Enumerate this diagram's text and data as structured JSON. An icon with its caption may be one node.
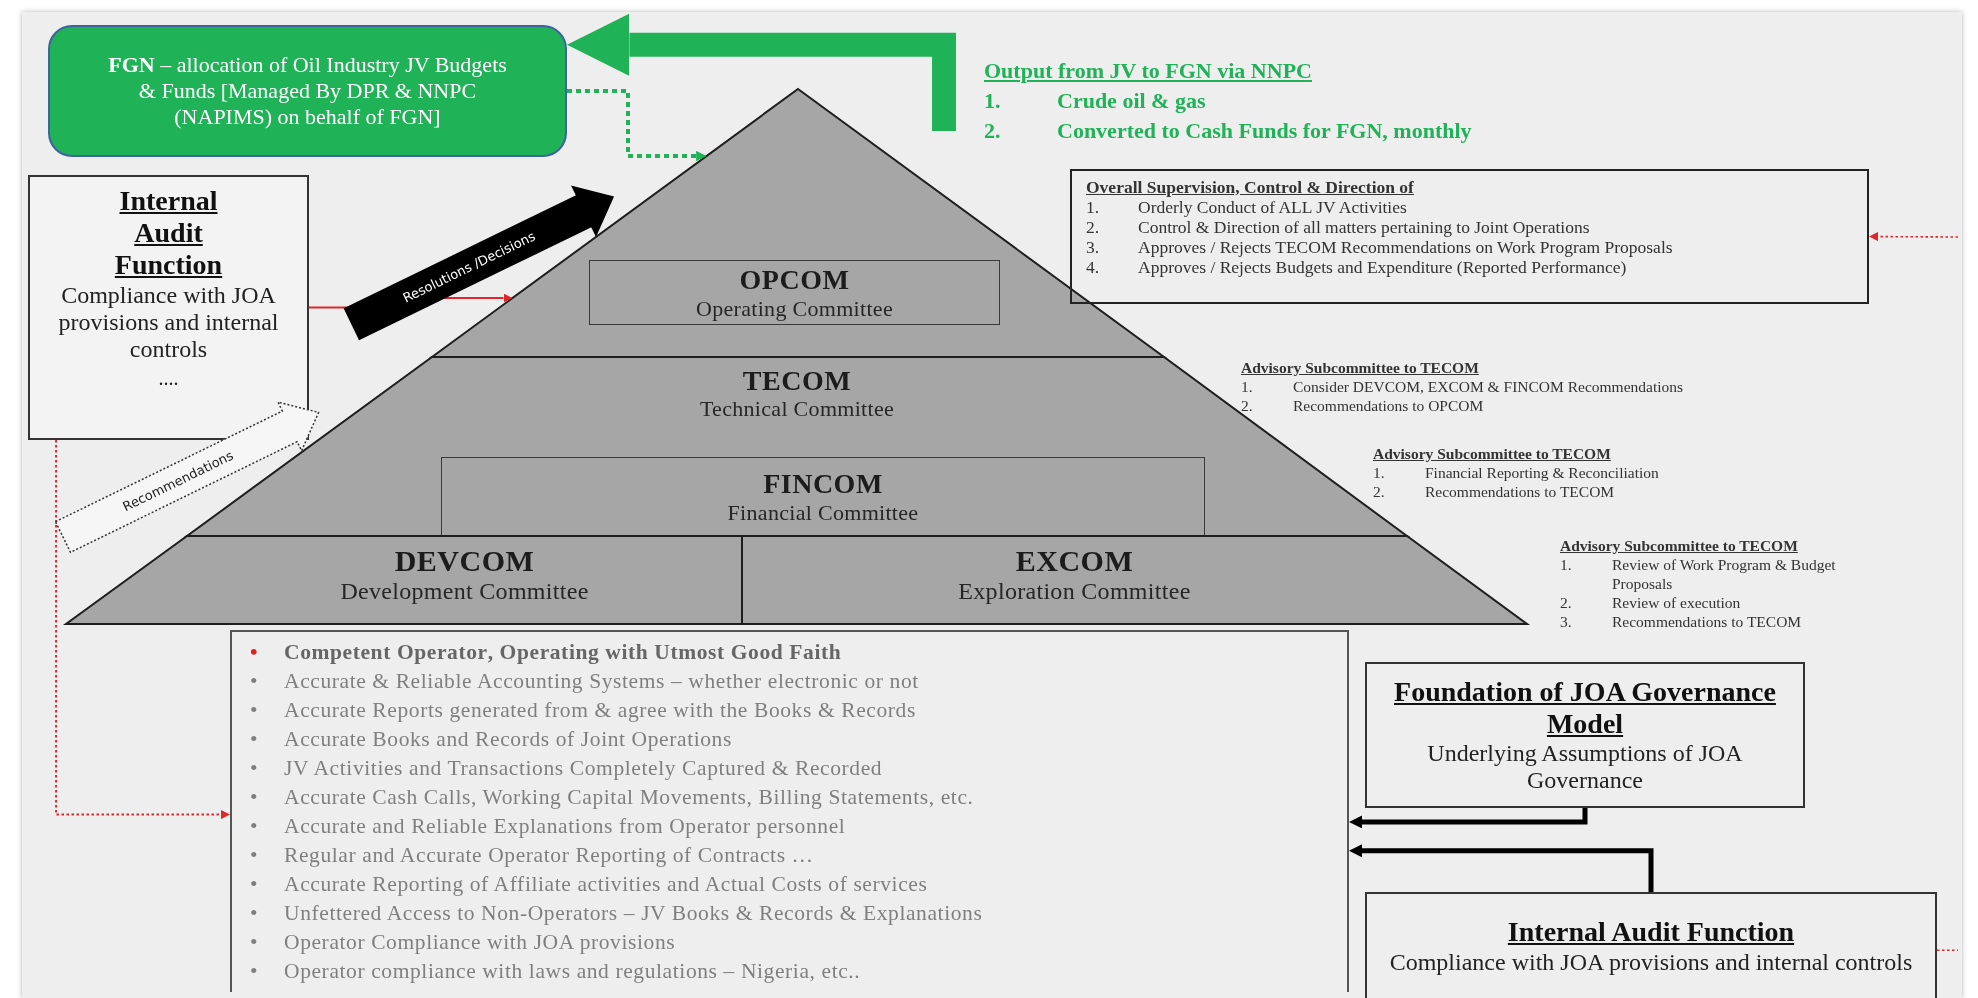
{
  "diagram": {
    "nodes": [
      {
        "text": [
          "**FGN** – allocation of Oil Industry JV Budgets & Funds [Managed By DPR & NNPC (NAPIMS) on behalf of FGN]"
        ]
      },
      {
        "text": [],
        "shape": "triangle"
      },
      {
        "text": [
          "OPCOM",
          "Operating Committee"
        ],
        "in": 1
      },
      {
        "text": [
          "TECOM",
          "Technical Committee"
        ]
      },
      {
        "text": [
          "FINCOM",
          "Financial Committee"
        ],
        "in": 3
      },
      {
        "text": [
          "DEVCOM",
          "Development Committee"
        ]
      },
      {
        "text": [
          "EXCOM",
          "Exploration Committee"
        ]
      },
      {
        "text": [
          "Internal Audit Function",
          "Compliance with JOA provisions and internal controls",
          "...."
        ]
      },
      {
        "text": [
          "Overall Supervision, Control & Direction of",
          "1. Orderly Conduct of ALL JV Activities",
          "2. Control & Direction of all matters pertaining to Joint Operations",
          "3. Approves / Rejects TECOM Recommendations on Work Program Proposals",
          "4. Approves / Rejects Budgets and Expenditure (Reported Performance)"
        ]
      },
      {
        "text": [
          "• **Competent Operator**, Operating with **Utmost Good Faith**",
          "• Accurate & Reliable Accounting Systems – whether electronic or not",
          "• Accurate Reports generated from & agree with the Books & Records",
          "• Accurate Books and Records of Joint Operations",
          "• JV Activities and Transactions Completely Captured & Recorded",
          "• Accurate Cash Calls, Working Capital Movements, Billing Statements, etc.",
          "• Accurate and Reliable Explanations from Operator personnel",
          "• Regular and Accurate Operator Reporting of Contracts …",
          "• Accurate Reporting of Affiliate activities and Actual Costs of services",
          "• Unfettered Access to Non-Operators – JV Books & Records & Explanations",
          "• Operator Compliance with JOA provisions",
          "• Operator compliance with laws and regulations – Nigeria, etc.."
        ]
      },
      {
        "text": [
          "Foundation of JOA Governance Model",
          "Underlying Assumptions of JOA Governance"
        ]
      },
      {
        "text": [
          "Internal Audit Function",
          "Compliance with JOA provisions and internal controls"
        ]
      }
    ],
    "edges": [
      {
        "from": 0,
        "to": 1,
        "arrow": "to",
        "style": "dashed",
        "color": "#1fb257"
      },
      {
        "from": null,
        "to": 0,
        "arrow": "to",
        "style": "thick",
        "color": "#1fb257"
      },
      {
        "from": 7,
        "to": 1,
        "arrow": "to"
      },
      {
        "from": 7,
        "to": 9,
        "arrow": "to",
        "style": "dashed"
      },
      {
        "from": null,
        "to": 8,
        "arrow": "to",
        "style": "dashed"
      },
      {
        "from": 10,
        "to": 9,
        "arrow": "to",
        "style": "thick",
        "color": "#000000"
      },
      {
        "from": 11,
        "to": 9,
        "arrow": "to",
        "style": "thick",
        "color": "#000000"
      },
      {
        "from": 11,
        "to": null,
        "arrow": "none",
        "style": "dashed"
      },
      {
        "from": null,
        "to": 1,
        "arrow": "to",
        "label": "Resolutions /Decisions",
        "style": "thick",
        "color": "#000000"
      },
      {
        "from": null,
        "to": 3,
        "arrow": "to",
        "label": "Recommendations",
        "style": "dashed",
        "color": "#333333"
      }
    ],
    "labels": [
      "Output from JV to FGN via NNPC",
      "1. Crude oil & gas",
      "2. Converted to Cash Funds for FGN, monthly",
      "Advisory Subcommittee to TECOM",
      "1. Consider DEVCOM, EXCOM & FINCOM Recommendations",
      "2. Recommendations to OPCOM",
      "Advisory Subcommittee to TECOM",
      "1. Financial Reporting & Reconciliation",
      "2. Recommendations to TECOM",
      "Advisory Subcommittee to TECOM",
      "1. Review of Work Program & Budget Proposals",
      "2. Review of execution",
      "3. Recommendations to TECOM"
    ]
  }
}
